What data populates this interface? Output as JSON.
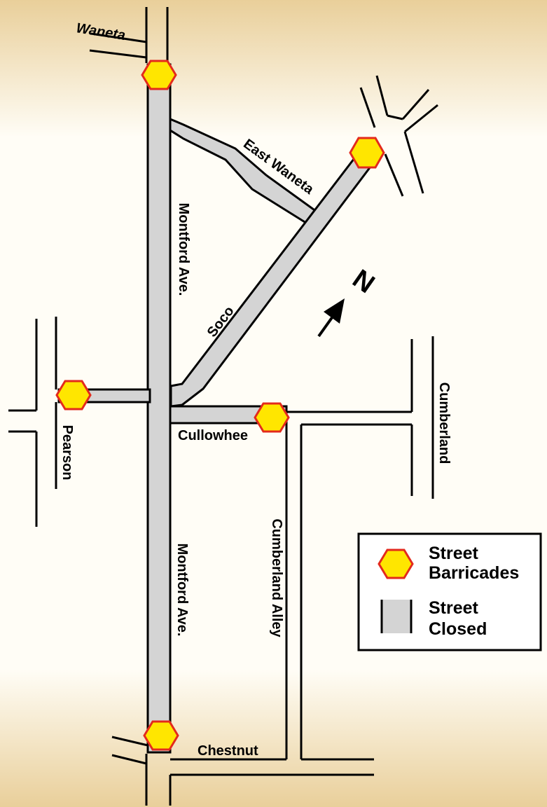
{
  "colors": {
    "background_gold": "#e9cf9a",
    "background_light": "#fffdf6",
    "closed_street_fill": "#d4d4d4",
    "barricade_fill": "#ffe600",
    "barricade_stroke": "#e32a1c",
    "street_line": "#000000"
  },
  "streets": {
    "waneta": "Waneta",
    "east_waneta": "East Waneta",
    "montford_north": "Montford Ave.",
    "montford_south": "Montford Ave.",
    "soco": "Soco",
    "pearson": "Pearson",
    "cullowhee": "Cullowhee",
    "cumberland": "Cumberland",
    "cumberland_alley": "Cumberland Alley",
    "chestnut": "Chestnut"
  },
  "north_arrow": {
    "label": "N",
    "icon": "north-arrow-icon"
  },
  "legend": {
    "barricade_line1": "Street",
    "barricade_line2": "Barricades",
    "closed_line1": "Street",
    "closed_line2": "Closed"
  }
}
